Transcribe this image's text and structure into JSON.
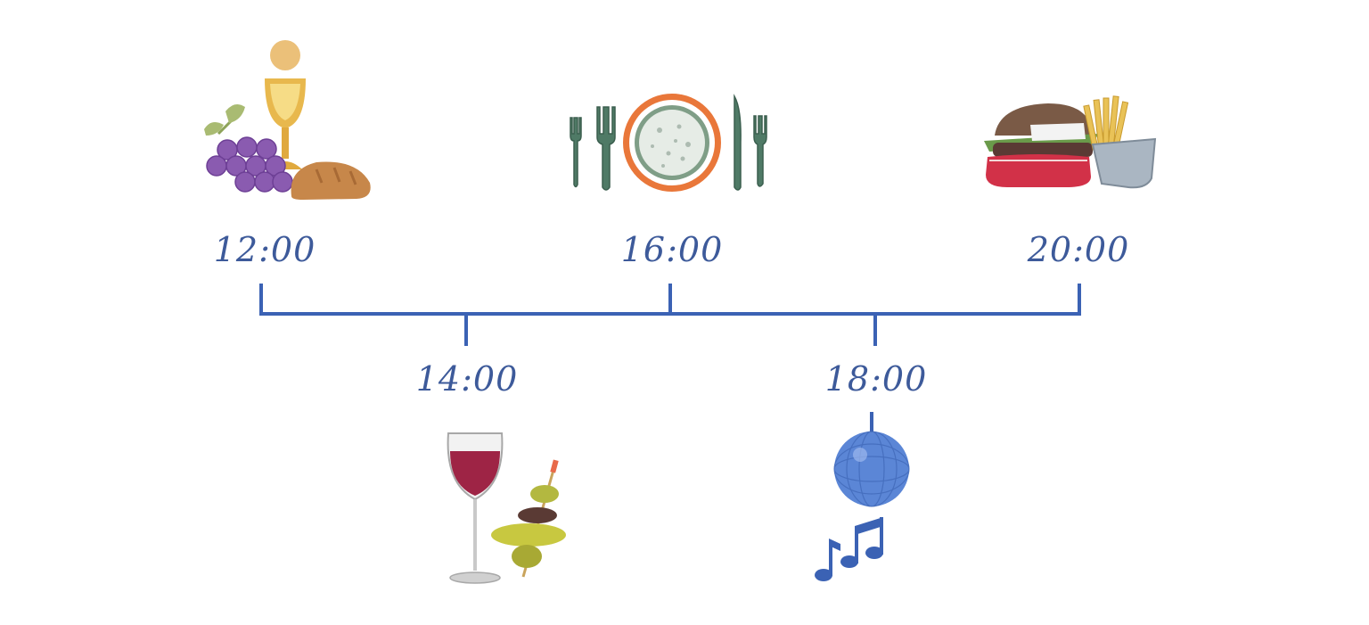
{
  "colors": {
    "timeline": "#3b62b4",
    "label": "#3d5a9a"
  },
  "events": [
    {
      "time": "12:00",
      "icon": "communion-icon"
    },
    {
      "time": "14:00",
      "icon": "wine-appetizer-icon"
    },
    {
      "time": "16:00",
      "icon": "dinner-plate-icon"
    },
    {
      "time": "18:00",
      "icon": "disco-ball-music-icon"
    },
    {
      "time": "20:00",
      "icon": "burger-fries-icon"
    }
  ]
}
